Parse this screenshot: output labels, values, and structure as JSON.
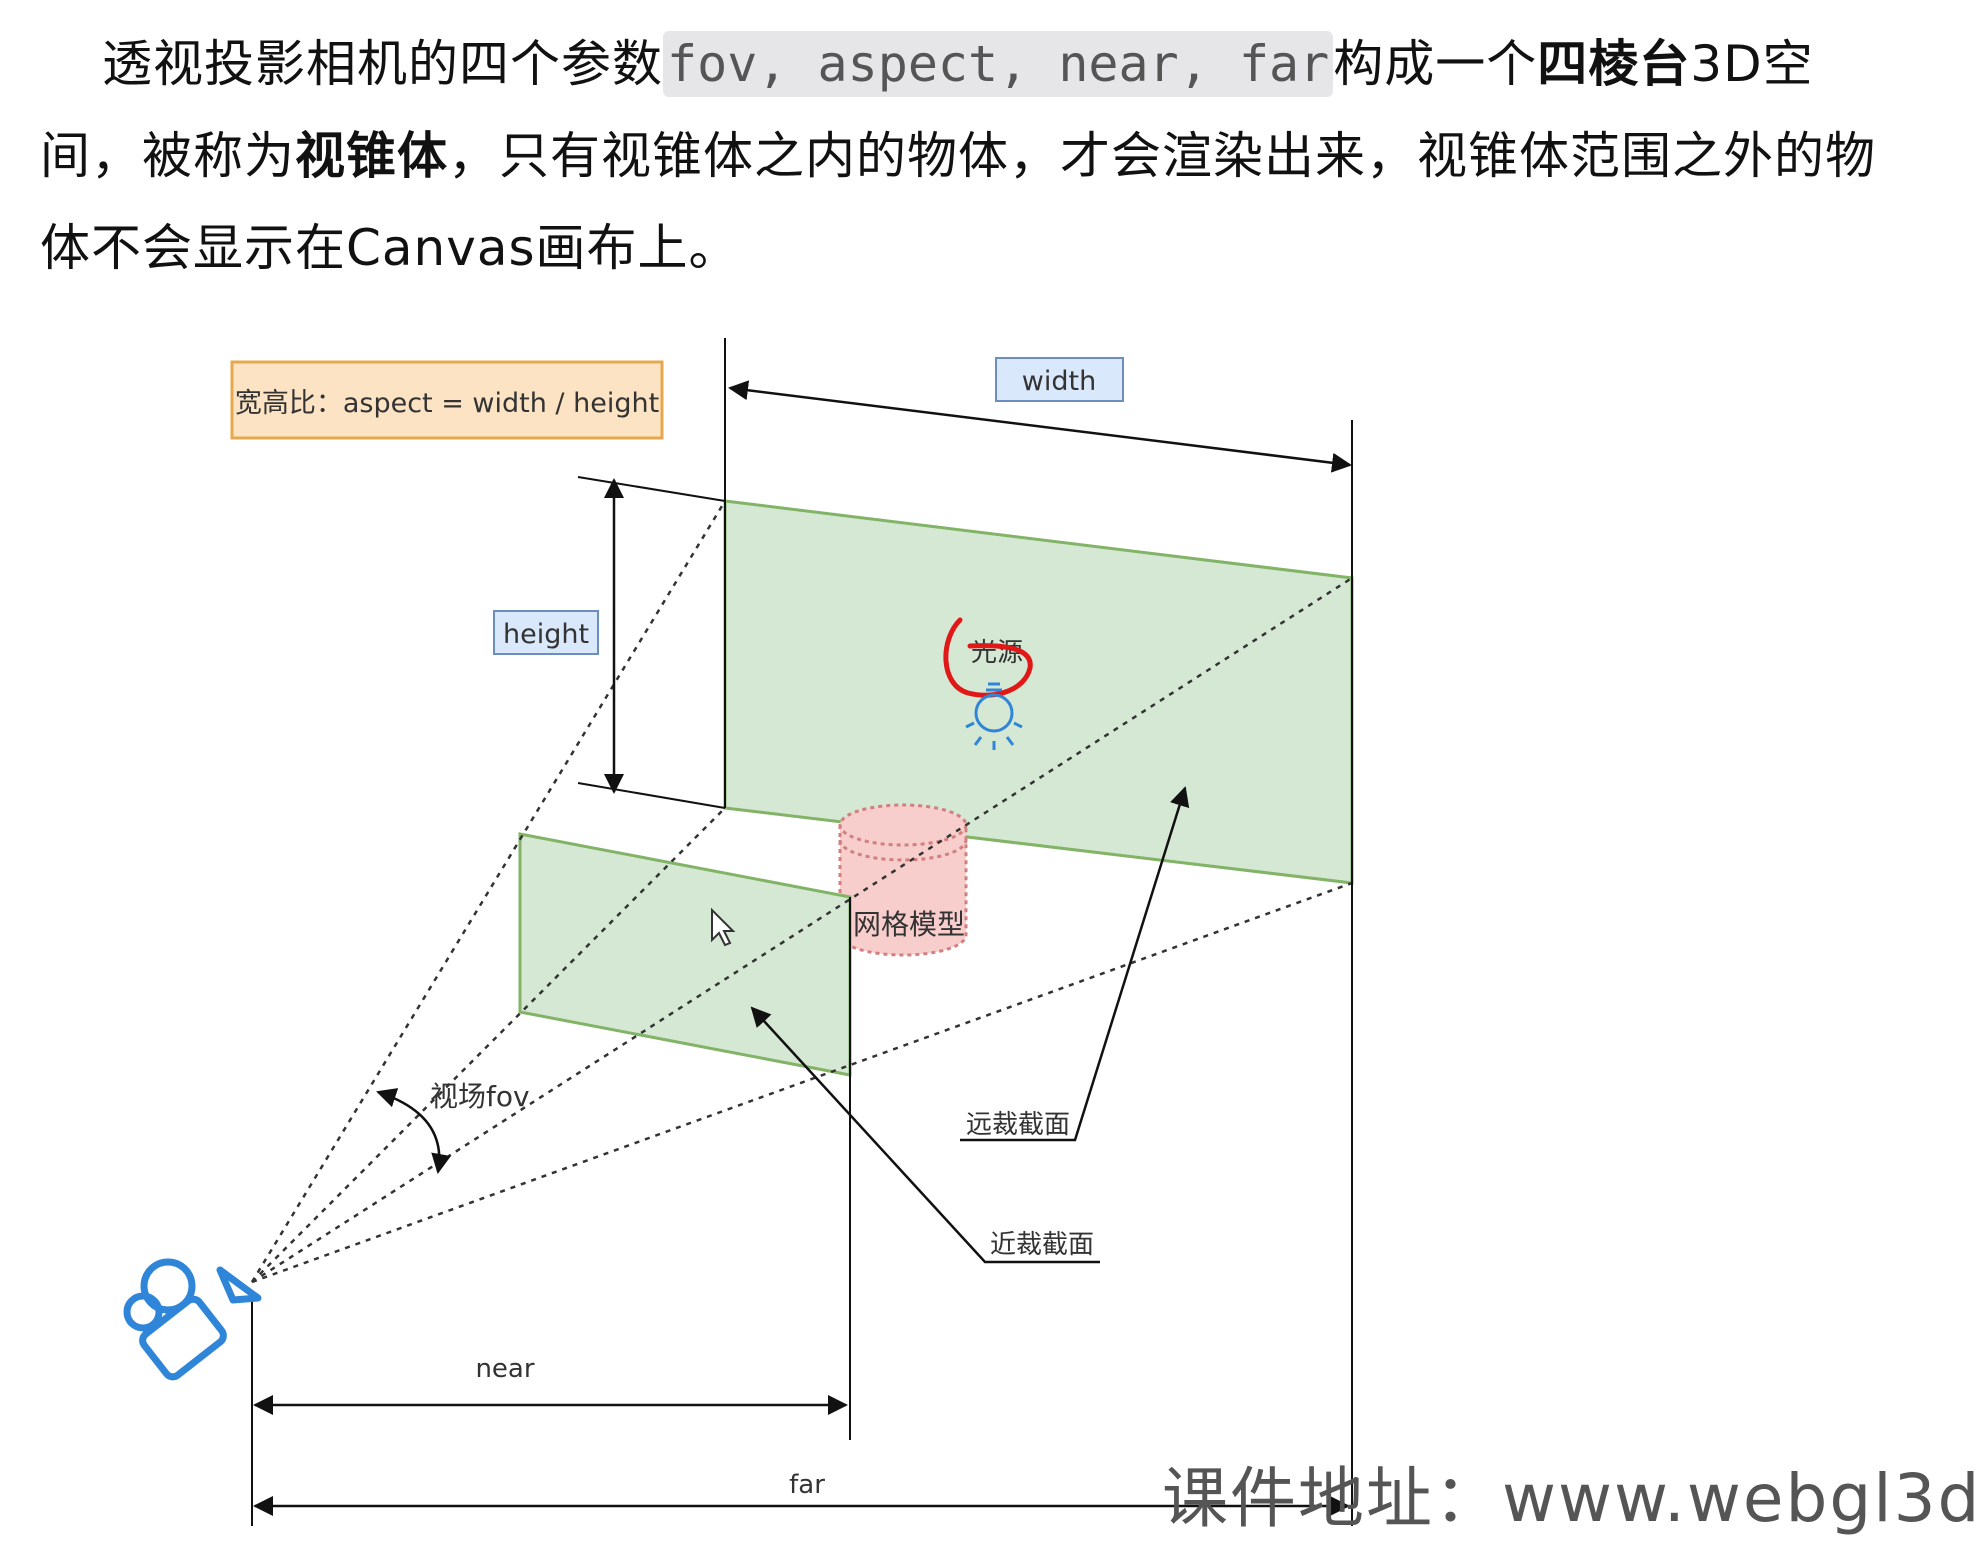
{
  "paragraph": {
    "p1": "透视投影相机的四个参数",
    "code": "fov, aspect, near, far",
    "p2": "构成一个",
    "bold1": "四棱台",
    "p3": "3D空间，被称为",
    "bold2": "视锥体",
    "p4": "，只有视锥体之内的物体，才会渲染出来，视锥体范围之外的物体不会显示在Canvas画布上。"
  },
  "diagram": {
    "aspect_box": "宽高比：aspect = width / height",
    "width_label": "width",
    "height_label": "height",
    "light_label": "光源",
    "mesh_label": "网格模型",
    "fov_label": "视场fov",
    "far_plane_label": "远裁截面",
    "near_plane_label": "近裁截面",
    "near_label": "near",
    "far_label": "far"
  },
  "watermark": "课件地址：www.webgl3d",
  "colors": {
    "plane_fill": "#d5e8d4",
    "plane_stroke": "#82b366",
    "aspect_fill": "#fbe3c4",
    "aspect_stroke": "#e4a84e",
    "label_fill": "#dae8fc",
    "label_stroke": "#6c8ebf",
    "mesh_fill": "#f8cecc",
    "mesh_stroke": "#d08080",
    "camera": "#2f86d9",
    "annotation_red": "#e01818"
  }
}
